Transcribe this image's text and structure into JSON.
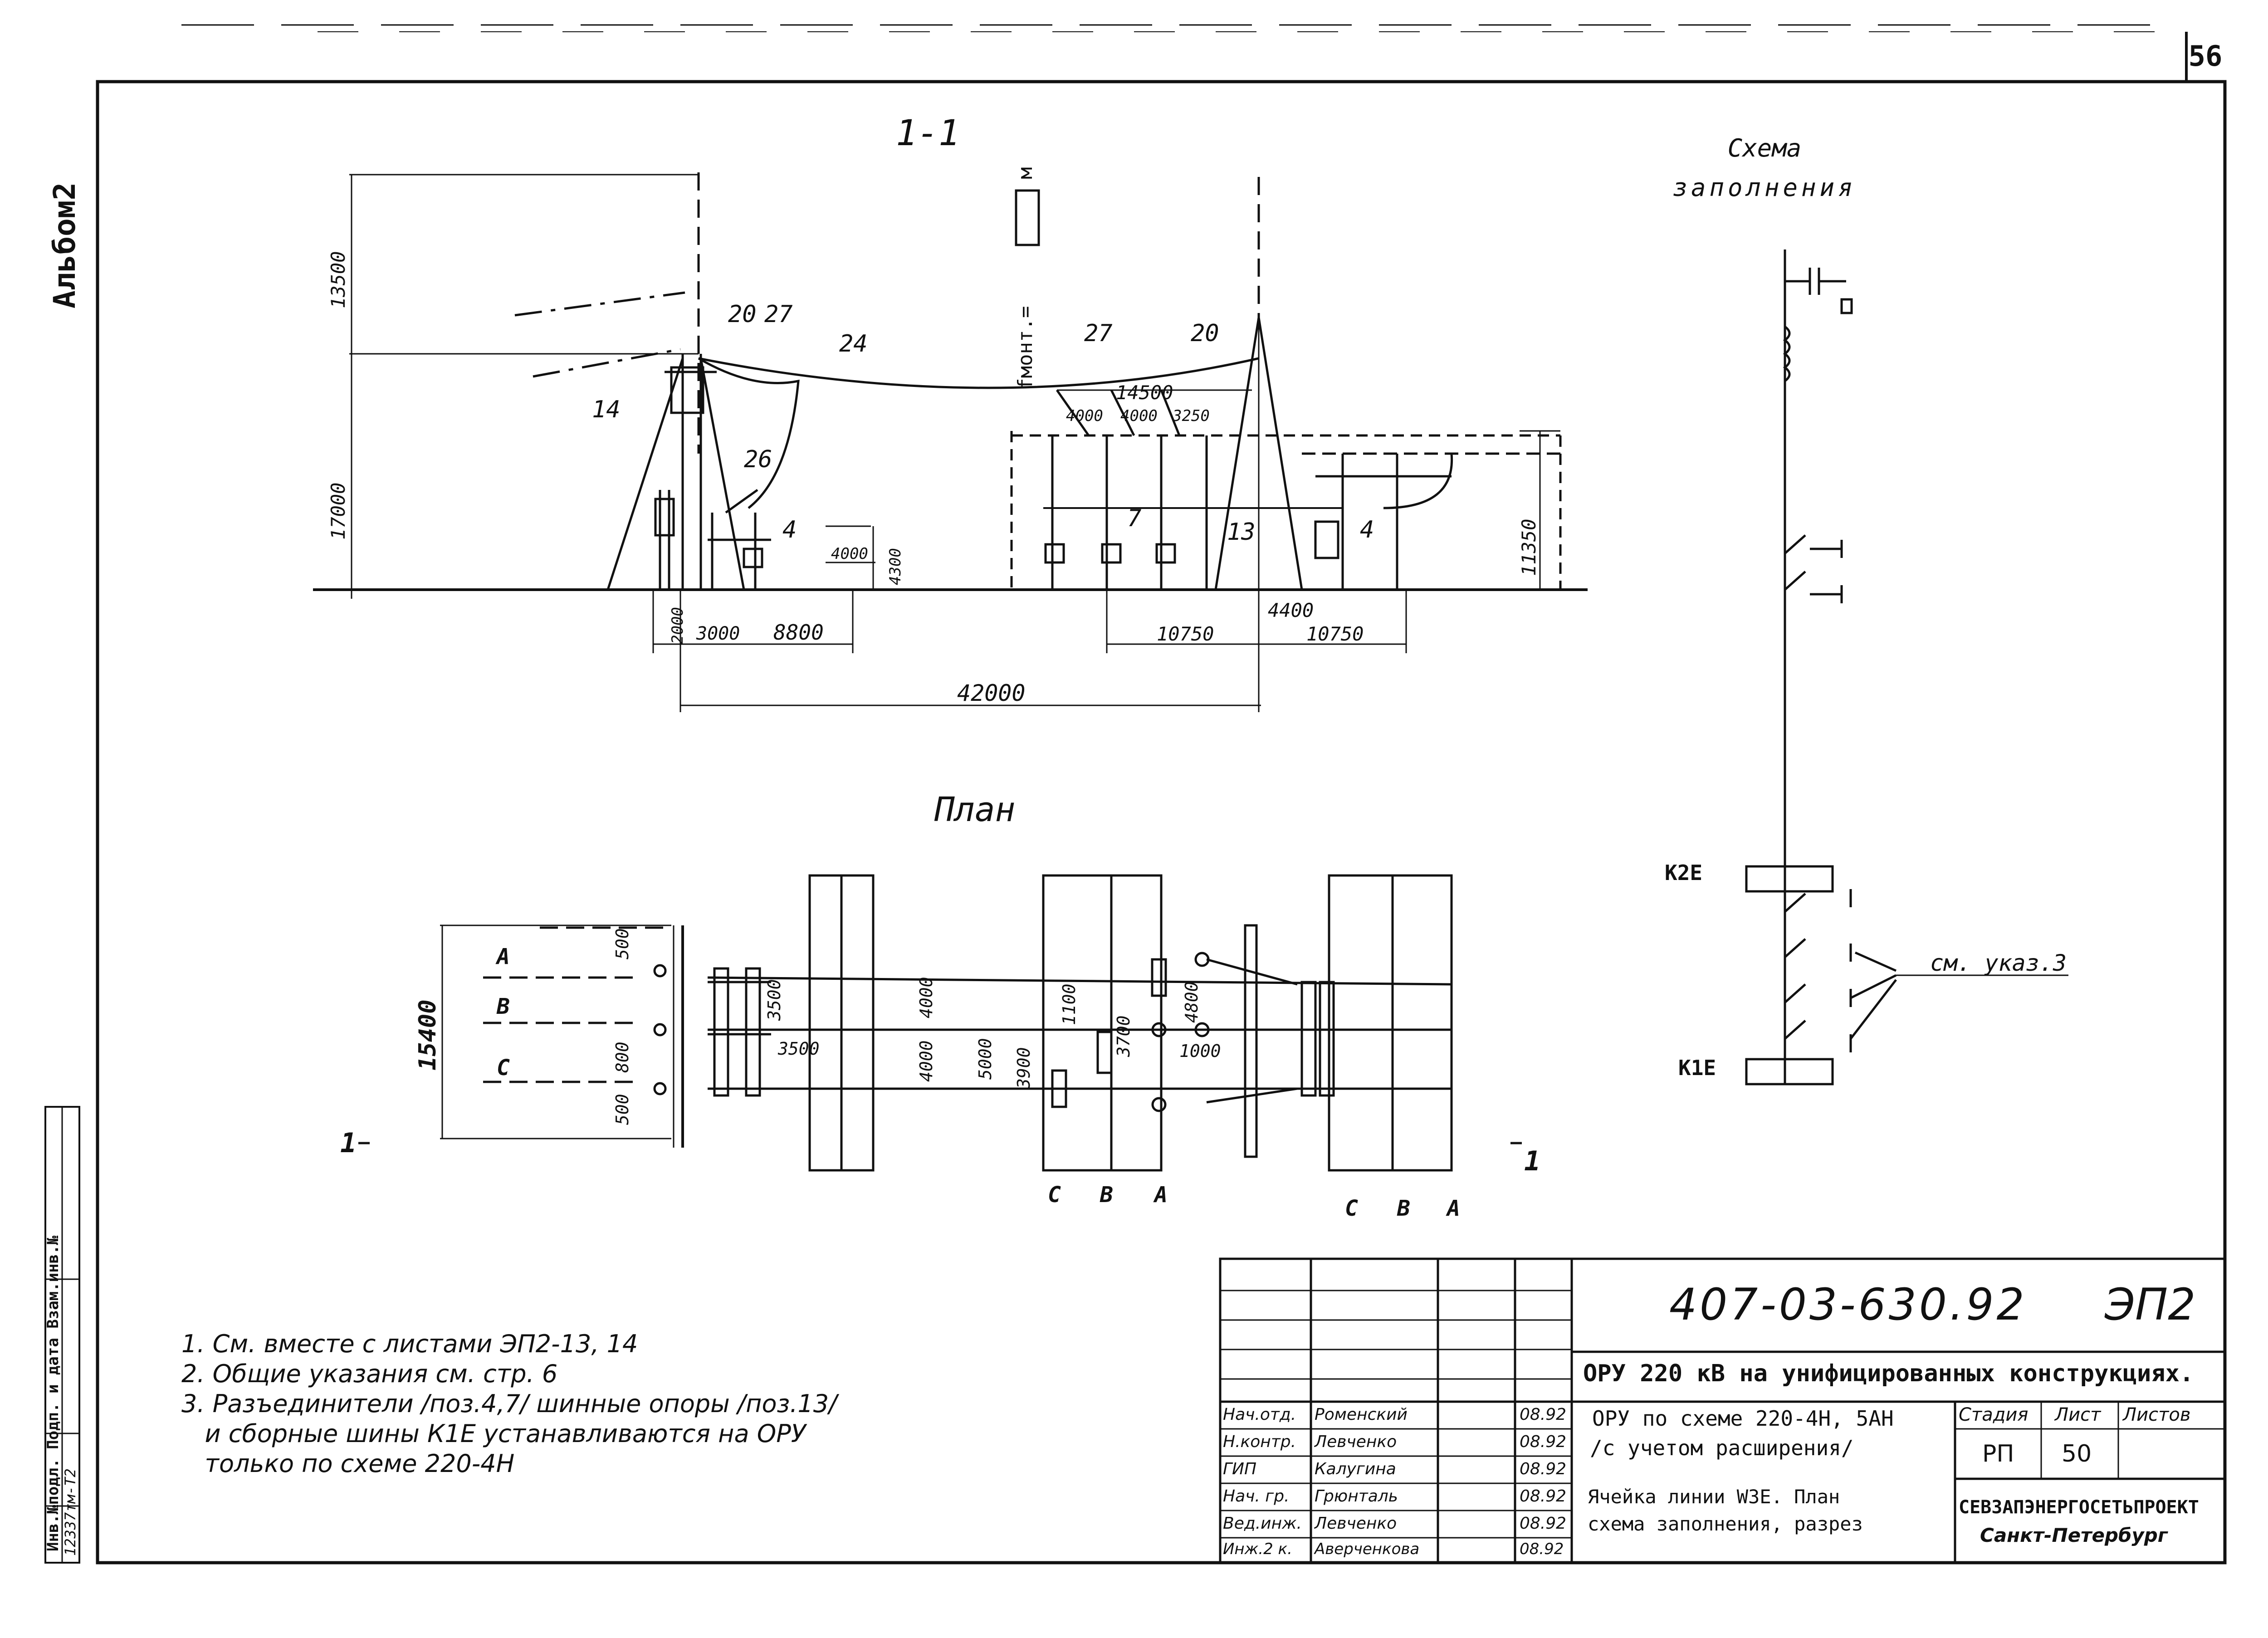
{
  "sheet_number": "56",
  "album_label": "Альбом2",
  "side_stamp": {
    "text": "Инв.№подл. Подп. и дата Взам.инв.№",
    "number": "12337тм-Т2"
  },
  "section": {
    "title": "1-1",
    "dims": [
      "13500",
      "17000",
      "11350",
      "14500",
      "4000",
      "4000",
      "3250",
      "4000",
      "4300",
      "2000",
      "3000",
      "8800",
      "10750",
      "4400",
      "10750",
      "42000"
    ],
    "callouts": [
      "20",
      "27",
      "24",
      "14",
      "26",
      "4",
      "27",
      "20",
      "7",
      "13",
      "4"
    ],
    "fmont_label": "fмонт.=",
    "fmont_unit": "м"
  },
  "schema": {
    "title_line1": "Схема",
    "title_line2": "заполнения",
    "labels": [
      "К2Е",
      "К1Е",
      "см. указ.3"
    ]
  },
  "plan": {
    "title": "План",
    "phase_labels_left": [
      "А",
      "В",
      "С"
    ],
    "bottom_labels_mid": [
      "С",
      "В",
      "А"
    ],
    "bottom_labels_right": [
      "С",
      "В",
      "А"
    ],
    "section_marks": [
      "1",
      "1"
    ],
    "dims": [
      "15400",
      "500",
      "800",
      "500",
      "3500",
      "3500",
      "4000",
      "4000",
      "5000",
      "3900",
      "1100",
      "3700",
      "4800",
      "1000"
    ]
  },
  "notes": [
    "1. См. вместе с листами ЭП2-13, 14",
    "2. Общие указания см. стр. 6",
    "3. Разъединители /поз.4,7/ шинные опоры /поз.13/",
    "   и сборные шины К1Е устанавливаются на ОРУ",
    "   только по схеме 220-4Н"
  ],
  "title_block": {
    "code": "407-03-630.92",
    "sheet_code": "ЭП2",
    "project_title": "ОРУ 220 кВ на унифицированных конструкциях.",
    "drawing_title_1": "ОРУ по схеме 220-4Н, 5АН",
    "drawing_title_2": "/с учетом расширения/",
    "sheet_title_1": "Ячейка линии W3E. План",
    "sheet_title_2": "схема заполнения, разрез",
    "stage_header": "Стадия",
    "sheet_header": "Лист",
    "sheets_header": "Листов",
    "stage": "РП",
    "sheet": "50",
    "sheets": "",
    "org_1": "СЕВЗАПЭНЕРГОСЕТЬПРОЕКТ",
    "org_2": "Санкт-Петербург",
    "staff": [
      {
        "role": "Нач.отд.",
        "name": "Роменский",
        "date": "08.92"
      },
      {
        "role": "Н.контр.",
        "name": "Левченко",
        "date": "08.92"
      },
      {
        "role": "ГИП",
        "name": "Калугина",
        "date": "08.92"
      },
      {
        "role": "Нач. гр.",
        "name": "Грюнталь",
        "date": "08.92"
      },
      {
        "role": "Вед.инж.",
        "name": "Левченко",
        "date": "08.92"
      },
      {
        "role": "Инж.2 к.",
        "name": "Аверченкова",
        "date": "08.92"
      }
    ]
  }
}
